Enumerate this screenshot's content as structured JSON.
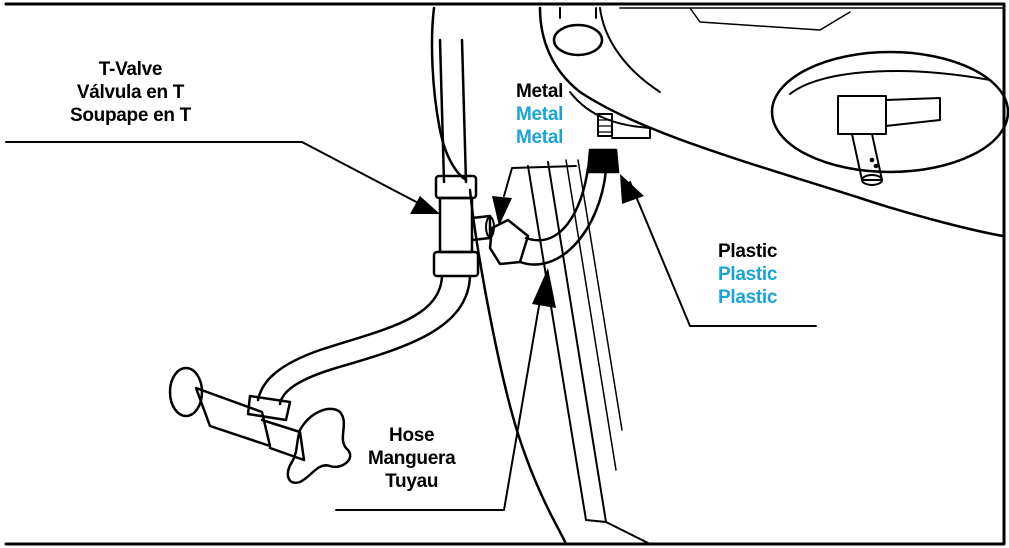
{
  "colors": {
    "primary_text": "#000000",
    "translation_text": "#1aa3d9",
    "line": "#000000",
    "background": "#ffffff"
  },
  "labels": {
    "t_valve": {
      "en": "T-Valve",
      "es": "Válvula en T",
      "fr": "Soupape en T"
    },
    "metal": {
      "en": "Metal",
      "es": "Metal",
      "fr": "Metal"
    },
    "plastic": {
      "en": "Plastic",
      "es": "Plastic",
      "fr": "Plastic"
    },
    "hose": {
      "en": "Hose",
      "es": "Manguera",
      "fr": "Tuyau"
    }
  }
}
